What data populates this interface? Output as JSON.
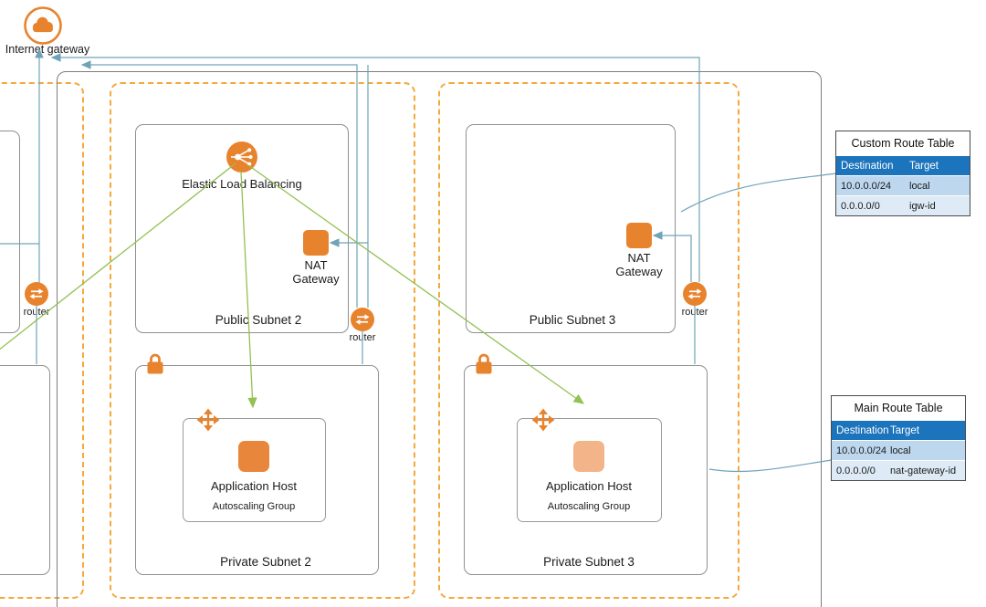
{
  "colors": {
    "icon_orange": "#E8832D",
    "dash_orange": "#F5A83B",
    "link_teal": "#6FA3B8",
    "link_green": "#93C153",
    "table_header_bg": "#1C74BC",
    "table_row1_bg": "#BDD7EE",
    "table_row2_bg": "#DEEBF6"
  },
  "internet_gateway": {
    "label": "Internet gateway"
  },
  "routers": {
    "label": "router"
  },
  "subnets": {
    "public_2": {
      "label": "Public Subnet 2",
      "elb_label": "Elastic Load Balancing",
      "nat_line1": "NAT",
      "nat_line2": "Gateway"
    },
    "public_3": {
      "label": "Public Subnet 3",
      "nat_line1": "NAT",
      "nat_line2": "Gateway"
    },
    "private_2": {
      "label": "Private Subnet 2",
      "app_label": "Application Host",
      "asg_label": "Autoscaling Group"
    },
    "private_3": {
      "label": "Private Subnet 3",
      "app_label": "Application Host",
      "asg_label": "Autoscaling Group"
    }
  },
  "route_tables": {
    "custom": {
      "title": "Custom Route Table",
      "col1": "Destination",
      "col2": "Target",
      "rows": [
        {
          "destination": "10.0.0.0/24",
          "target": "local"
        },
        {
          "destination": "0.0.0.0/0",
          "target": "igw-id"
        }
      ]
    },
    "main": {
      "title": "Main Route Table",
      "col1": "Destination",
      "col2": "Target",
      "rows": [
        {
          "destination": "10.0.0.0/24",
          "target": "local"
        },
        {
          "destination": "0.0.0.0/0",
          "target": "nat-gateway-id"
        }
      ]
    }
  }
}
